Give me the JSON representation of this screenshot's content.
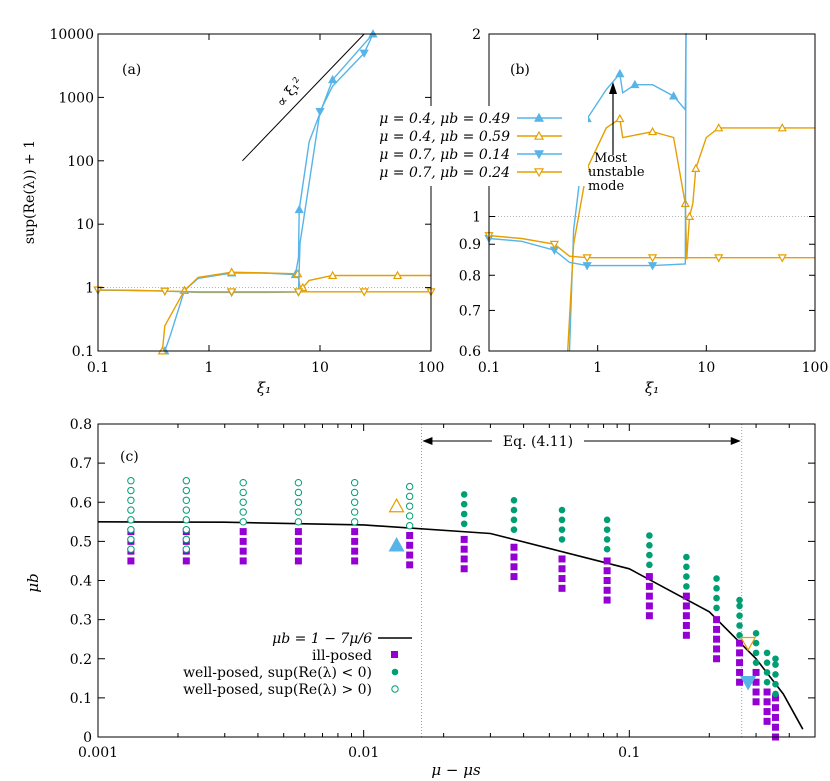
{
  "colors": {
    "blue": "#56b4e9",
    "orange": "#e69f00",
    "green": "#009e73",
    "purple": "#9400d3"
  },
  "panel_a": {
    "label": "(a)",
    "ylabel": "sup(Re(λ)) + 1",
    "xlabel": "ξ₁",
    "xticks": [
      "0.1",
      "1",
      "10",
      "100"
    ],
    "yticks": [
      "0.1",
      "1",
      "10",
      "100",
      "1000",
      "10000"
    ],
    "annotation": "∝ ξ₁²"
  },
  "panel_b": {
    "label": "(b)",
    "xlabel": "ξ₁",
    "xticks": [
      "0.1",
      "1",
      "10",
      "100"
    ],
    "yticks": [
      "0.6",
      "0.7",
      "0.8",
      "0.9",
      "1",
      "2"
    ],
    "annotation_lines": [
      "Most",
      "unstable",
      "mode"
    ]
  },
  "legend_top": [
    {
      "label": "μ = 0.4, μb = 0.49",
      "color": "#56b4e9",
      "marker": "triangle-up-filled"
    },
    {
      "label": "μ = 0.4, μb = 0.59",
      "color": "#e69f00",
      "marker": "triangle-up-open"
    },
    {
      "label": "μ = 0.7, μb = 0.14",
      "color": "#56b4e9",
      "marker": "triangle-down-filled"
    },
    {
      "label": "μ = 0.7, μb = 0.24",
      "color": "#e69f00",
      "marker": "triangle-down-open"
    }
  ],
  "panel_c": {
    "label": "(c)",
    "xlabel": "μ − μs",
    "ylabel": "μb",
    "xticks": [
      "0.001",
      "0.01",
      "0.1"
    ],
    "yticks": [
      "0",
      "0.1",
      "0.2",
      "0.3",
      "0.4",
      "0.5",
      "0.6",
      "0.7",
      "0.8"
    ],
    "eq_label": "Eq. (4.11)",
    "legend": [
      {
        "label": "μb = 1 − 7μ/6",
        "marker": "line"
      },
      {
        "label": "ill-posed",
        "marker": "square"
      },
      {
        "label": "well-posed, sup(Re(λ) < 0)",
        "marker": "filled-circle"
      },
      {
        "label": "well-posed, sup(Re(λ) > 0)",
        "marker": "open-circle"
      }
    ]
  },
  "chart_data": [
    {
      "type": "line",
      "panel": "a",
      "xscale": "log",
      "yscale": "log",
      "xlim": [
        0.1,
        100
      ],
      "ylim": [
        0.1,
        10000
      ],
      "xlabel": "ξ₁",
      "ylabel": "sup(Re(λ)) + 1",
      "series": [
        {
          "name": "μ = 0.4, μb = 0.49",
          "x": [
            0.4,
            0.45,
            0.6,
            0.8,
            1.6,
            3.2,
            6.0,
            6.4,
            6.5,
            8,
            13,
            25,
            30
          ],
          "y": [
            0.1,
            0.18,
            0.9,
            1.4,
            1.7,
            1.7,
            1.6,
            3,
            17,
            200,
            1900,
            7000,
            10000
          ]
        },
        {
          "name": "μ = 0.4, μb = 0.59",
          "x": [
            0.38,
            0.4,
            0.6,
            0.8,
            1.6,
            3.2,
            6.3,
            6.6,
            7.0,
            8,
            13,
            25,
            50,
            100
          ],
          "y": [
            0.1,
            0.25,
            0.9,
            1.45,
            1.75,
            1.7,
            1.65,
            1.05,
            1.0,
            1.3,
            1.55,
            1.55,
            1.55,
            1.55
          ]
        },
        {
          "name": "μ = 0.7, μb = 0.14",
          "x": [
            0.1,
            0.2,
            0.4,
            0.8,
            1.6,
            3.2,
            6.4,
            6.6,
            10,
            13,
            25,
            30
          ],
          "y": [
            0.91,
            0.9,
            0.88,
            0.84,
            0.84,
            0.84,
            0.85,
            5,
            600,
            1500,
            5000,
            10000
          ]
        },
        {
          "name": "μ = 0.7, μb = 0.24",
          "x": [
            0.1,
            0.2,
            0.4,
            0.8,
            1.6,
            3.2,
            6.4,
            13,
            25,
            50,
            100
          ],
          "y": [
            0.92,
            0.91,
            0.88,
            0.86,
            0.86,
            0.86,
            0.86,
            0.86,
            0.86,
            0.86,
            0.86
          ]
        }
      ],
      "reference_line": {
        "label": "∝ ξ₁²",
        "x": [
          2,
          25
        ],
        "y": [
          100,
          10000
        ]
      }
    },
    {
      "type": "line",
      "panel": "b",
      "xscale": "log",
      "yscale": "log",
      "xlim": [
        0.1,
        100
      ],
      "ylim": [
        0.6,
        2
      ],
      "xlabel": "ξ₁",
      "series": [
        {
          "name": "μ = 0.4, μb = 0.49",
          "x": [
            0.55,
            0.6,
            0.8,
            1.2,
            1.6,
            1.7,
            2.2,
            3.2,
            5,
            6.4,
            6.5,
            6.6
          ],
          "y": [
            0.6,
            0.95,
            1.45,
            1.62,
            1.72,
            1.6,
            1.65,
            1.65,
            1.58,
            1.5,
            2,
            2
          ]
        },
        {
          "name": "μ = 0.4, μb = 0.59",
          "x": [
            0.53,
            0.6,
            0.8,
            1.2,
            1.6,
            1.7,
            3.2,
            5,
            6.4,
            6.6,
            7.0,
            7.5,
            8,
            10,
            13,
            25,
            50,
            100
          ],
          "y": [
            0.6,
            0.9,
            1.2,
            1.4,
            1.45,
            1.35,
            1.38,
            1.35,
            1.05,
            0.85,
            1.0,
            1.05,
            1.2,
            1.35,
            1.4,
            1.4,
            1.4,
            1.4
          ]
        },
        {
          "name": "μ = 0.7, μb = 0.14",
          "x": [
            0.1,
            0.2,
            0.4,
            0.55,
            0.8,
            1.6,
            3.2,
            6.4,
            6.5,
            6.6
          ],
          "y": [
            0.92,
            0.91,
            0.88,
            0.84,
            0.83,
            0.83,
            0.83,
            0.835,
            2,
            2
          ]
        },
        {
          "name": "μ = 0.7, μb = 0.24",
          "x": [
            0.1,
            0.2,
            0.4,
            0.55,
            0.8,
            1.6,
            3.2,
            6.4,
            13,
            25,
            50,
            100
          ],
          "y": [
            0.93,
            0.92,
            0.9,
            0.86,
            0.855,
            0.855,
            0.855,
            0.855,
            0.855,
            0.855,
            0.855,
            0.855
          ]
        }
      ],
      "annotation": {
        "text": "Most unstable mode",
        "x": 1.4,
        "y": 1.4
      }
    },
    {
      "type": "scatter",
      "panel": "c",
      "xscale": "log",
      "xlim": [
        0.001,
        0.5
      ],
      "ylim": [
        0,
        0.8
      ],
      "xlabel": "μ − μs",
      "ylabel": "μb",
      "curve": {
        "name": "μb = 1 − 7μ/6",
        "x": [
          0.001,
          0.003,
          0.01,
          0.03,
          0.1,
          0.2,
          0.3,
          0.38,
          0.45
        ],
        "y": [
          0.55,
          0.549,
          0.542,
          0.52,
          0.43,
          0.32,
          0.2,
          0.11,
          0.02
        ]
      },
      "eq_bounds": [
        0.0165,
        0.265
      ],
      "columns": [
        {
          "x": 0.00133,
          "ill": [
            0.45,
            0.475,
            0.5,
            0.525
          ],
          "wp_stable": [],
          "wp_unstable": [
            0.48,
            0.505,
            0.53,
            0.555,
            0.58,
            0.605,
            0.63,
            0.655
          ]
        },
        {
          "x": 0.00215,
          "ill": [
            0.45,
            0.475,
            0.5,
            0.525
          ],
          "wp_stable": [],
          "wp_unstable": [
            0.48,
            0.505,
            0.53,
            0.555,
            0.58,
            0.605,
            0.63,
            0.655
          ]
        },
        {
          "x": 0.00352,
          "ill": [
            0.45,
            0.475,
            0.5,
            0.525
          ],
          "wp_stable": [],
          "wp_unstable": [
            0.55,
            0.575,
            0.6,
            0.625,
            0.65
          ]
        },
        {
          "x": 0.00568,
          "ill": [
            0.45,
            0.475,
            0.5,
            0.525
          ],
          "wp_stable": [],
          "wp_unstable": [
            0.55,
            0.575,
            0.6,
            0.625,
            0.65
          ]
        },
        {
          "x": 0.00925,
          "ill": [
            0.45,
            0.475,
            0.5,
            0.525
          ],
          "wp_stable": [],
          "wp_unstable": [
            0.55,
            0.575,
            0.6,
            0.625,
            0.65
          ]
        },
        {
          "x": 0.0149,
          "ill": [
            0.44,
            0.465,
            0.49,
            0.515
          ],
          "wp_stable": [],
          "wp_unstable": [
            0.54,
            0.565,
            0.59,
            0.615,
            0.64
          ]
        },
        {
          "x": 0.0239,
          "ill": [
            0.43,
            0.455,
            0.48,
            0.505
          ],
          "wp_stable": [
            0.545,
            0.57,
            0.595,
            0.62
          ],
          "wp_unstable": []
        },
        {
          "x": 0.0368,
          "ill": [
            0.41,
            0.435,
            0.46,
            0.485
          ],
          "wp_stable": [
            0.53,
            0.555,
            0.58,
            0.605
          ],
          "wp_unstable": []
        },
        {
          "x": 0.0558,
          "ill": [
            0.38,
            0.405,
            0.43,
            0.455
          ],
          "wp_stable": [
            0.505,
            0.53,
            0.555,
            0.58
          ],
          "wp_unstable": []
        },
        {
          "x": 0.0825,
          "ill": [
            0.35,
            0.375,
            0.4,
            0.425,
            0.45
          ],
          "wp_stable": [
            0.48,
            0.505,
            0.53,
            0.555
          ],
          "wp_unstable": []
        },
        {
          "x": 0.119,
          "ill": [
            0.31,
            0.335,
            0.36,
            0.385,
            0.41
          ],
          "wp_stable": [
            0.44,
            0.465,
            0.49,
            0.515
          ],
          "wp_unstable": []
        },
        {
          "x": 0.164,
          "ill": [
            0.26,
            0.285,
            0.31,
            0.335,
            0.36
          ],
          "wp_stable": [
            0.385,
            0.41,
            0.435,
            0.46
          ],
          "wp_unstable": []
        },
        {
          "x": 0.213,
          "ill": [
            0.2,
            0.225,
            0.25,
            0.275,
            0.3
          ],
          "wp_stable": [
            0.33,
            0.355,
            0.38,
            0.405
          ],
          "wp_unstable": []
        },
        {
          "x": 0.26,
          "ill": [
            0.14,
            0.165,
            0.19,
            0.215,
            0.24
          ],
          "wp_stable": [
            0.26,
            0.285,
            0.31,
            0.335,
            0.35
          ],
          "wp_unstable": []
        },
        {
          "x": 0.3,
          "ill": [
            0.09,
            0.115,
            0.14,
            0.165
          ],
          "wp_stable": [
            0.19,
            0.215,
            0.24,
            0.265
          ],
          "wp_unstable": []
        },
        {
          "x": 0.33,
          "ill": [
            0.04,
            0.065,
            0.09,
            0.115
          ],
          "wp_stable": [
            0.14,
            0.165,
            0.19,
            0.215
          ],
          "wp_unstable": []
        },
        {
          "x": 0.355,
          "ill": [
            0.0,
            0.025,
            0.05,
            0.075,
            0.1
          ],
          "wp_stable": [
            0.11,
            0.135,
            0.16,
            0.185,
            0.2
          ],
          "wp_unstable": []
        }
      ],
      "highlights": [
        {
          "name": "μ = 0.4, μb = 0.59",
          "x": 0.0133,
          "y": 0.59,
          "marker": "triangle-up-open",
          "color": "#e69f00"
        },
        {
          "name": "μ = 0.4, μb = 0.49",
          "x": 0.0133,
          "y": 0.49,
          "marker": "triangle-up-filled",
          "color": "#56b4e9"
        },
        {
          "name": "μ = 0.7, μb = 0.24",
          "x": 0.28,
          "y": 0.24,
          "marker": "triangle-down-open",
          "color": "#e69f00"
        },
        {
          "name": "μ = 0.7, μb = 0.14",
          "x": 0.28,
          "y": 0.14,
          "marker": "triangle-down-filled",
          "color": "#56b4e9"
        }
      ]
    }
  ]
}
